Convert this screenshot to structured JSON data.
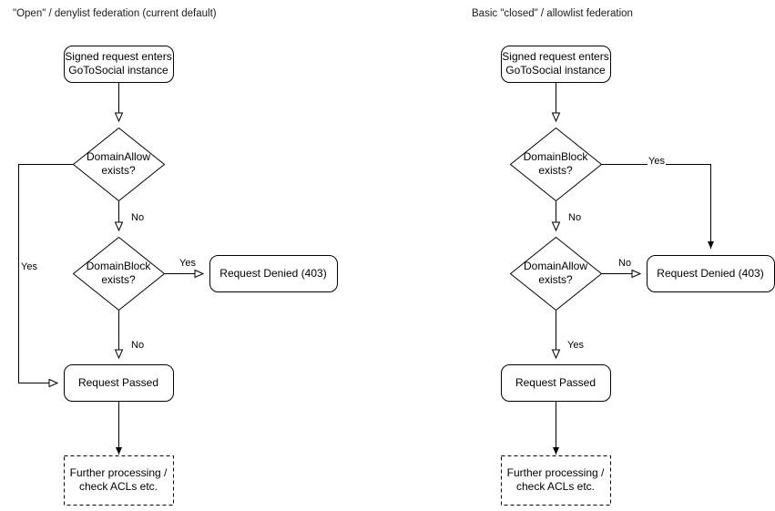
{
  "diagram": {
    "type": "flowchart",
    "background": "#ffffff",
    "stroke_color": "#000000",
    "text_color": "#000000",
    "panels": [
      {
        "id": "open-denylist",
        "title": "\"Open\" / denylist federation (current default)",
        "nodes": [
          {
            "id": "entry",
            "shape": "rounded-rect",
            "text": "Signed request enters\nGoToSocial instance"
          },
          {
            "id": "allow",
            "shape": "diamond",
            "text": "DomainAllow\nexists?"
          },
          {
            "id": "block",
            "shape": "diamond",
            "text": "DomainBlock\nexists?"
          },
          {
            "id": "denied",
            "shape": "rounded-rect",
            "text": "Request Denied (403)"
          },
          {
            "id": "passed",
            "shape": "rounded-rect",
            "text": "Request Passed"
          },
          {
            "id": "further",
            "shape": "dashed-rect",
            "text": "Further processing /\ncheck ACLs etc."
          }
        ],
        "edges": [
          {
            "from": "entry",
            "to": "allow",
            "label": "",
            "arrow": "open"
          },
          {
            "from": "allow",
            "to": "passed",
            "label": "Yes",
            "arrow": "open"
          },
          {
            "from": "allow",
            "to": "block",
            "label": "No",
            "arrow": "open"
          },
          {
            "from": "block",
            "to": "denied",
            "label": "Yes",
            "arrow": "open"
          },
          {
            "from": "block",
            "to": "passed",
            "label": "No",
            "arrow": "open"
          },
          {
            "from": "passed",
            "to": "further",
            "label": "",
            "arrow": "filled"
          }
        ]
      },
      {
        "id": "closed-allowlist",
        "title": "Basic \"closed\" / allowlist federation",
        "nodes": [
          {
            "id": "entry",
            "shape": "rounded-rect",
            "text": "Signed request enters\nGoToSocial instance"
          },
          {
            "id": "block",
            "shape": "diamond",
            "text": "DomainBlock\nexists?"
          },
          {
            "id": "allow",
            "shape": "diamond",
            "text": "DomainAllow\nexists?"
          },
          {
            "id": "denied",
            "shape": "rounded-rect",
            "text": "Request Denied (403)"
          },
          {
            "id": "passed",
            "shape": "rounded-rect",
            "text": "Request Passed"
          },
          {
            "id": "further",
            "shape": "dashed-rect",
            "text": "Further processing /\ncheck ACLs etc."
          }
        ],
        "edges": [
          {
            "from": "entry",
            "to": "block",
            "label": "",
            "arrow": "open"
          },
          {
            "from": "block",
            "to": "denied",
            "label": "Yes",
            "arrow": "filled"
          },
          {
            "from": "block",
            "to": "allow",
            "label": "No",
            "arrow": "open"
          },
          {
            "from": "allow",
            "to": "denied",
            "label": "No",
            "arrow": "open"
          },
          {
            "from": "allow",
            "to": "passed",
            "label": "Yes",
            "arrow": "open"
          },
          {
            "from": "passed",
            "to": "further",
            "label": "",
            "arrow": "filled"
          }
        ]
      }
    ]
  },
  "left": {
    "title": "\"Open\" / denylist federation (current default)",
    "entry": "Signed request enters\nGoToSocial instance",
    "allow": "DomainAllow\nexists?",
    "block": "DomainBlock\nexists?",
    "denied": "Request Denied (403)",
    "passed": "Request Passed",
    "further": "Further processing /\ncheck ACLs etc.",
    "lbl_allow_yes": "Yes",
    "lbl_allow_no": "No",
    "lbl_block_yes": "Yes",
    "lbl_block_no": "No"
  },
  "right": {
    "title": "Basic \"closed\" / allowlist federation",
    "entry": "Signed request enters\nGoToSocial instance",
    "block": "DomainBlock\nexists?",
    "allow": "DomainAllow\nexists?",
    "denied": "Request Denied (403)",
    "passed": "Request Passed",
    "further": "Further processing /\ncheck ACLs etc.",
    "lbl_block_yes": "Yes",
    "lbl_block_no": "No",
    "lbl_allow_no": "No",
    "lbl_allow_yes": "Yes"
  }
}
